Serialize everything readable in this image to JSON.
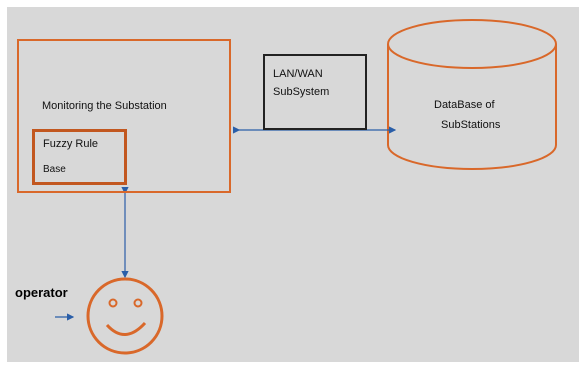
{
  "diagram": {
    "main_box": {
      "label": "Monitoring the Substation"
    },
    "fuzzy_box": {
      "label_line1": "Fuzzy Rule",
      "label_line2": "Base"
    },
    "lan_box": {
      "label_line1": "LAN/WAN",
      "label_line2": "SubSystem"
    },
    "database": {
      "label_line1": "DataBase of",
      "label_line2": "SubStations"
    },
    "operator": {
      "label": "operator"
    }
  },
  "colors": {
    "background": "#d8d8d8",
    "box_border": "#d9682a",
    "fuzzy_border": "#c2571f",
    "arrow": "#2a5ea8",
    "face": "#d9682a"
  }
}
